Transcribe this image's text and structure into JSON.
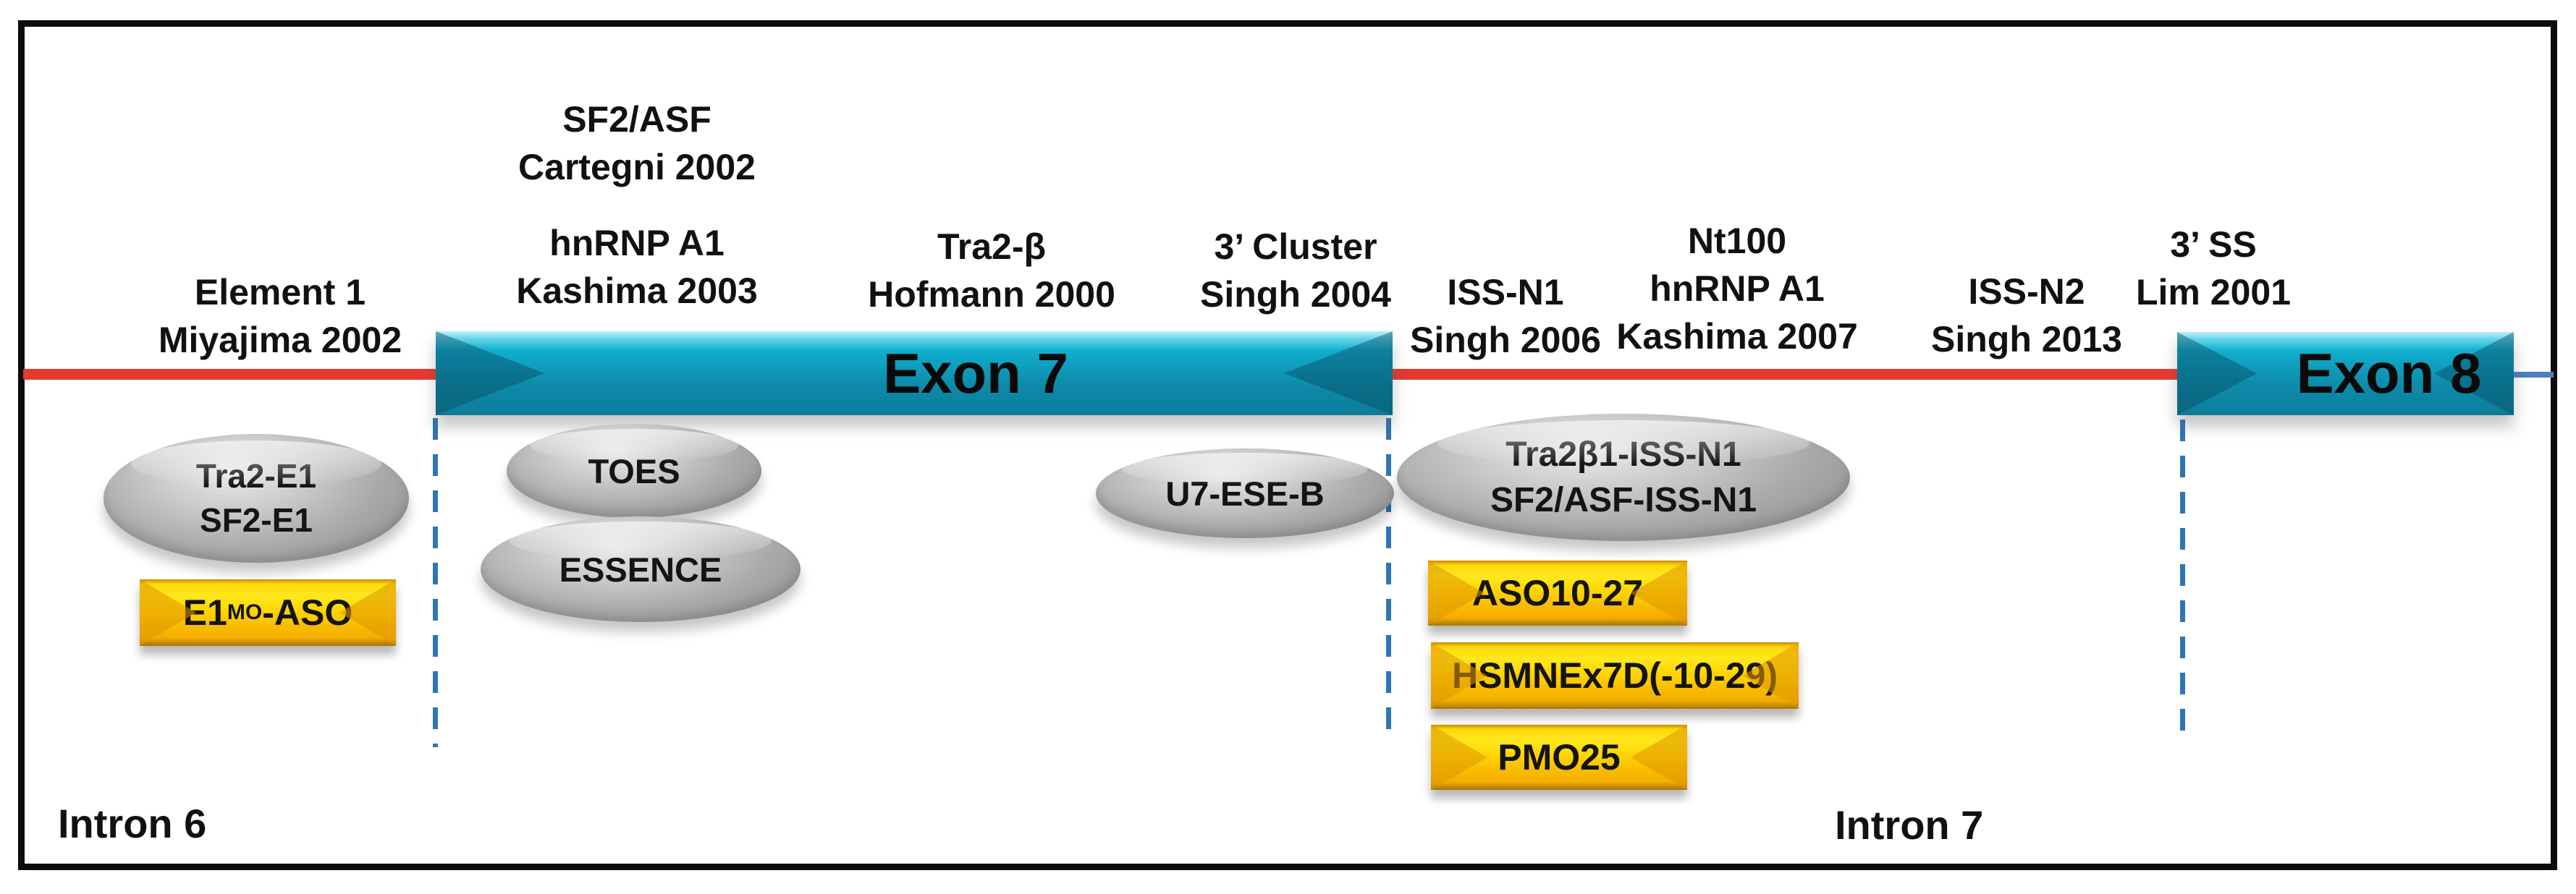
{
  "colors": {
    "red_line": "#e43a30",
    "blue_dashed_line": "#2e75b6",
    "blue_line": "#4d7ec0",
    "exon_fill_top": "#18bede",
    "exon_fill_bottom": "#0c7d9b",
    "ellipse_fill": "#ababab",
    "aso_fill_top": "#ffe81e",
    "aso_fill_bottom": "#f4ad00",
    "frame_border": "#0d0d0d"
  },
  "exons": {
    "exon7": "Exon 7",
    "exon8": "Exon 8"
  },
  "introns": {
    "intron6": "Intron 6",
    "intron7": "Intron 7"
  },
  "annotations": [
    {
      "id": "element1",
      "lines": [
        "Element 1",
        "Miyajima 2002"
      ]
    },
    {
      "id": "sf2asf",
      "lines": [
        "SF2/ASF",
        "Cartegni 2002"
      ]
    },
    {
      "id": "hnrnpa1",
      "lines": [
        "hnRNP  A1",
        "Kashima 2003"
      ]
    },
    {
      "id": "tra2b",
      "lines": [
        "Tra2-β",
        "Hofmann 2000"
      ]
    },
    {
      "id": "cluster3",
      "lines": [
        "3’ Cluster",
        "Singh 2004"
      ]
    },
    {
      "id": "issn1",
      "lines": [
        "ISS-N1",
        "Singh 2006"
      ]
    },
    {
      "id": "nt100",
      "lines": [
        "Nt100",
        "hnRNP  A1",
        "Kashima 2007"
      ]
    },
    {
      "id": "issn2",
      "lines": [
        "ISS-N2",
        "Singh 2013"
      ]
    },
    {
      "id": "ss3",
      "lines": [
        "3’ SS",
        "Lim 2001"
      ]
    }
  ],
  "ellipses": [
    {
      "id": "tra2e1-sf2e1",
      "lines": [
        "Tra2-E1",
        "SF2-E1"
      ]
    },
    {
      "id": "toes",
      "lines": [
        "TOES"
      ]
    },
    {
      "id": "essence",
      "lines": [
        "ESSENCE"
      ]
    },
    {
      "id": "u7eseb",
      "lines": [
        "U7-ESE-B"
      ]
    },
    {
      "id": "tra2b1-issn1",
      "lines": [
        "Tra2β1-ISS-N1",
        "SF2/ASF-ISS-N1"
      ]
    }
  ],
  "aso_boxes": [
    {
      "id": "e1mo-aso",
      "base": "E1",
      "sup": "MO",
      "tail": "-ASO"
    },
    {
      "id": "aso10-27",
      "label": "ASO10-27"
    },
    {
      "id": "hsmnex7d",
      "label": "HSMNEx7D(-10-29)"
    },
    {
      "id": "pmo25",
      "label": "PMO25"
    }
  ]
}
